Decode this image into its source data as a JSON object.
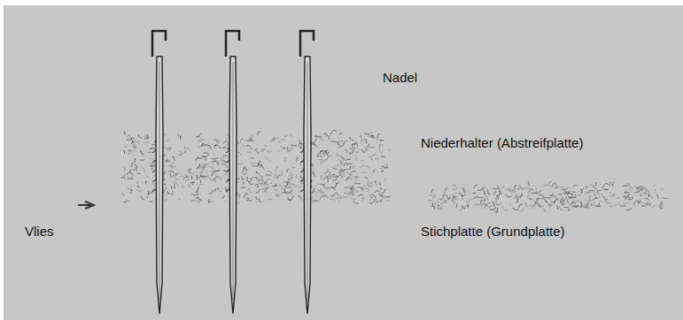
{
  "diagram": {
    "labels": [
      "Nadel",
      "Niederhalter (Abstreifplatte)",
      "Vlies",
      "Stichplatte (Grundplatte)"
    ]
  }
}
